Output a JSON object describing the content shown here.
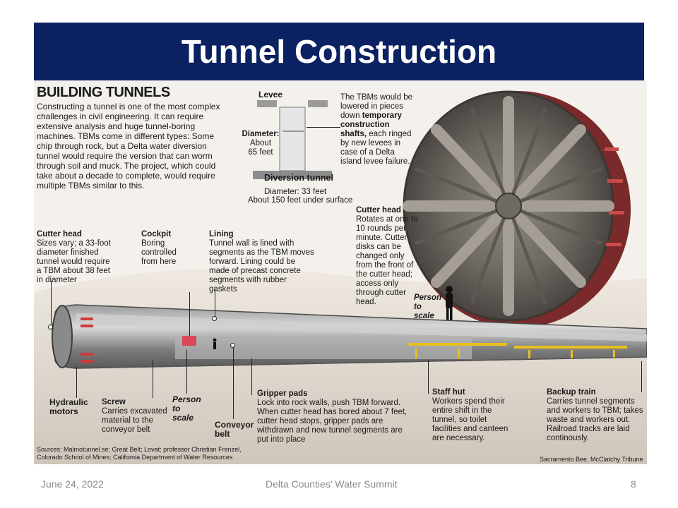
{
  "slide": {
    "title": "Tunnel Construction",
    "footer_date": "June 24, 2022",
    "footer_center": "Delta Counties' Water Summit",
    "page_number": "8"
  },
  "infographic": {
    "heading": "BUILDING TUNNELS",
    "intro": "Constructing a tunnel is one of the most complex challenges in civil engineering. It can require extensive analysis and huge tunnel-boring machines. TBMs come in different types: Some chip through rock, but a Delta water diversion tunnel would require the version that can worm through soil and muck. The project, which could take about a decade to complete, would require multiple TBMs similar to this.",
    "levee_label": "Levee",
    "diameter_label": "Diameter:",
    "diameter_value": "About",
    "diameter_value2": "65 feet",
    "shafts_pre": "The TBMs would be lowered in pieces down",
    "shafts_bold": "temporary construction shafts,",
    "shafts_post": "each ringed by new levees in case of a Delta island levee failure.",
    "diversion_title": "Diversion tunnel",
    "diversion_diameter": "Diameter: 33 feet",
    "diversion_depth": "About 150 feet under surface",
    "cutter_head_right_title": "Cutter head",
    "cutter_head_right_text": "Rotates at one to 10 rounds per minute. Cutter disks can be changed only from the front of the cutter head; access only through cutter head.",
    "person_to_scale": "Person to scale",
    "cutter_head_left_title": "Cutter head",
    "cutter_head_left_text": "Sizes vary; a 33-foot diameter finished tunnel would require a TBM about 38 feet in diameter",
    "cockpit_title": "Cockpit",
    "cockpit_text": "Boring controlled from here",
    "lining_title": "Lining",
    "lining_text": "Tunnel wall is lined with segments as the TBM moves forward. Lining could be made of precast concrete segments with rubber gaskets",
    "hydraulic_motors": "Hydraulic motors",
    "screw_title": "Screw",
    "screw_text": "Carries excavated material to the conveyor belt",
    "person_to_scale_2": "Person to scale",
    "conveyor_belt": "Conveyor belt",
    "gripper_title": "Gripper pads",
    "gripper_text": "Lock into rock walls, push TBM forward. When cutter head has bored about 7 feet, cutter head stops, gripper pads are withdrawn and new tunnel segments are put into place",
    "staff_hut_title": "Staff hut",
    "staff_hut_text": "Workers spend their entire shift in the tunnel, so toilet facilities and canteen are necessary.",
    "backup_train_title": "Backup train",
    "backup_train_text": "Carries tunnel segments and workers to TBM; takes waste and workers out. Railroad tracks are laid continously.",
    "sources": "Sources: Malmotunnel.se; Great Belt; Lovat; professor Christian Frenzel, Colorado School of Mines; California Department of Water Resources",
    "credit": "Sacramento Bee, McClatchy Tribune"
  },
  "colors": {
    "title_bar": "#0b2161",
    "title_text": "#ffffff",
    "footer_text": "#8a8a8a"
  }
}
